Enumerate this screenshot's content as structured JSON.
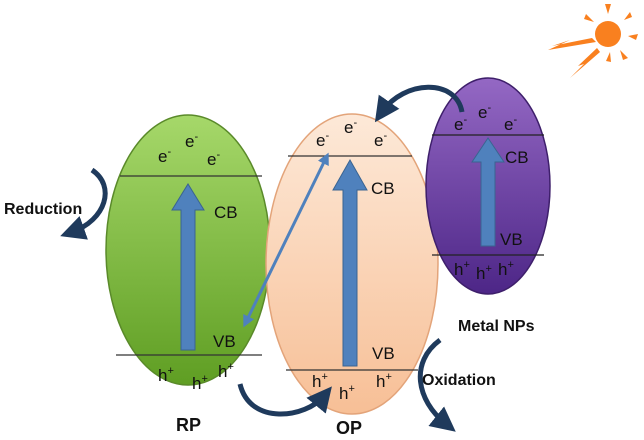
{
  "colors": {
    "rp_fill_top": "#a6d86a",
    "rp_fill_bottom": "#5f9e23",
    "op_fill_top": "#fde9d8",
    "op_fill_bottom": "#f7bf96",
    "metal_fill_top": "#9468c4",
    "metal_fill_bottom": "#4d2687",
    "band_arrow": "#4f81bd",
    "process_arrow": "#1f3a5c",
    "sun_body": "#f9801f",
    "sun_rays": "#f9801f"
  },
  "labels": {
    "electron": "e",
    "electron_sup": "-",
    "hole": "h",
    "hole_sup": "+",
    "cb": "CB",
    "vb": "VB",
    "rp": "RP",
    "op": "OP",
    "metal_nps": "Metal NPs",
    "reduction": "Reduction",
    "oxidation": "Oxidation"
  },
  "icons": [
    "sun-icon"
  ]
}
